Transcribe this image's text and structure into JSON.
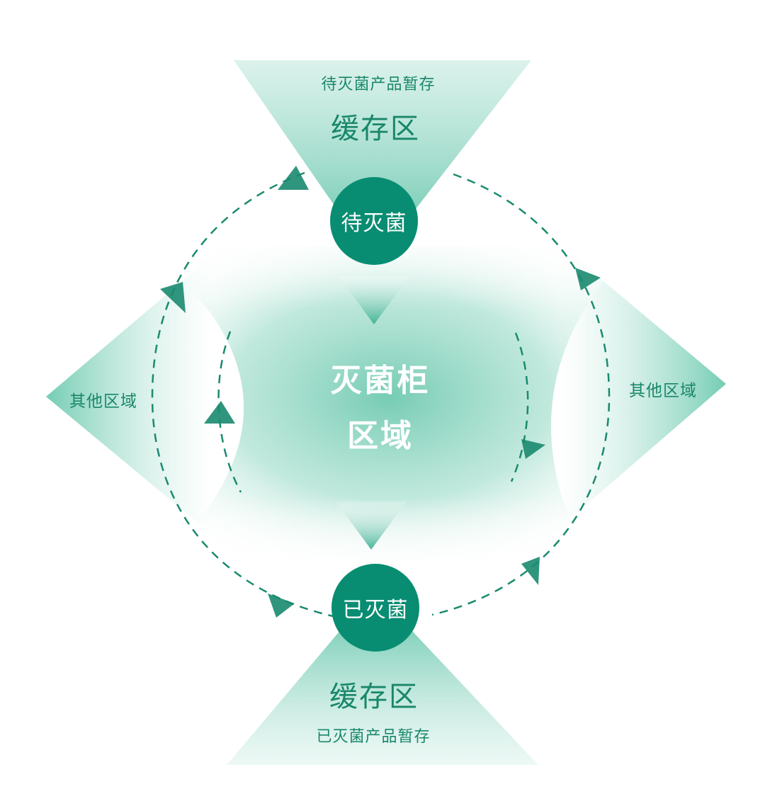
{
  "top_buffer": {
    "subtitle": "待灭菌产品暂存",
    "title": "缓存区"
  },
  "bottom_buffer": {
    "title": "缓存区",
    "subtitle": "已灭菌产品暂存"
  },
  "nodes": {
    "before": "待灭菌",
    "after": "已灭菌"
  },
  "center": {
    "line1": "灭菌柜",
    "line2": "区域"
  },
  "side_regions": {
    "left": "其他区域",
    "right": "其他区域"
  },
  "colors": {
    "primary": "#098d72",
    "text": "#19876a",
    "fill": "#74ccb4"
  }
}
